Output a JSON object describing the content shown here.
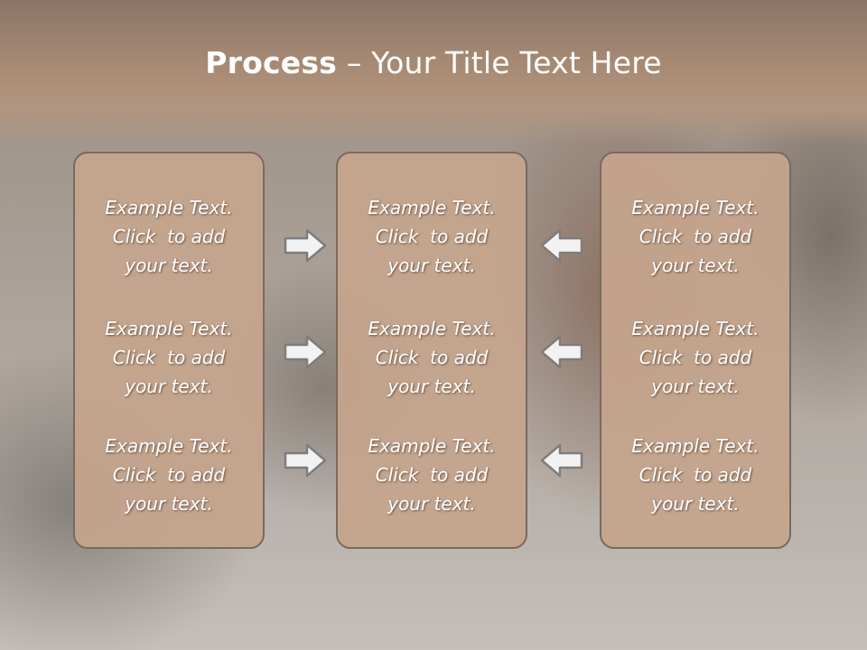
{
  "title": {
    "strong": "Process",
    "rest": " – Your Title Text Here"
  },
  "columns": [
    {
      "items": [
        {
          "line1": "Example Text.",
          "line2": "Click  to add",
          "line3": "your text."
        },
        {
          "line1": "Example Text.",
          "line2": "Click  to add",
          "line3": "your text."
        },
        {
          "line1": "Example Text.",
          "line2": "Click  to add",
          "line3": "your text."
        }
      ]
    },
    {
      "items": [
        {
          "line1": "Example Text.",
          "line2": "Click  to add",
          "line3": "your text."
        },
        {
          "line1": "Example Text.",
          "line2": "Click  to add",
          "line3": "your text."
        },
        {
          "line1": "Example Text.",
          "line2": "Click  to add",
          "line3": "your text."
        }
      ]
    },
    {
      "items": [
        {
          "line1": "Example Text.",
          "line2": "Click  to add",
          "line3": "your text."
        },
        {
          "line1": "Example Text.",
          "line2": "Click  to add",
          "line3": "your text."
        },
        {
          "line1": "Example Text.",
          "line2": "Click  to add",
          "line3": "your text."
        }
      ]
    }
  ],
  "arrows": {
    "left_group": "right-arrow-icon",
    "right_group": "left-arrow-icon"
  },
  "colors": {
    "title_band": "#a78a74",
    "box_fill": "#c5a58d",
    "box_border": "#7a6a5e",
    "arrow_fill": "#f2f2f2",
    "arrow_stroke": "#7d7d7d"
  }
}
